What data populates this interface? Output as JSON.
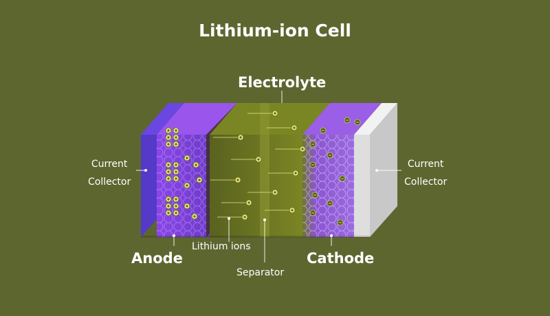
{
  "title": "Lithium-ion Cell",
  "labels": {
    "electrolyte": "Electrolyte",
    "anode": "Anode",
    "cathode": "Cathode",
    "lithium_ions": "Lithium ions",
    "separator": "Separator",
    "current_collector_left": [
      "Current",
      "Collector"
    ],
    "current_collector_right": [
      "Current",
      "Collector"
    ]
  },
  "colors": {
    "background": "#5e6630",
    "anode": "#7b3fe0",
    "anode_collector": "#5a3ed0",
    "electrolyte": "#6f7a1e",
    "cathode": "#8e4fd6",
    "cathode_collector": "#e4e4e4",
    "ion": "#e8ea80"
  },
  "icons": {
    "positive": "plus-circle-icon",
    "negative": "minus-circle-icon"
  }
}
